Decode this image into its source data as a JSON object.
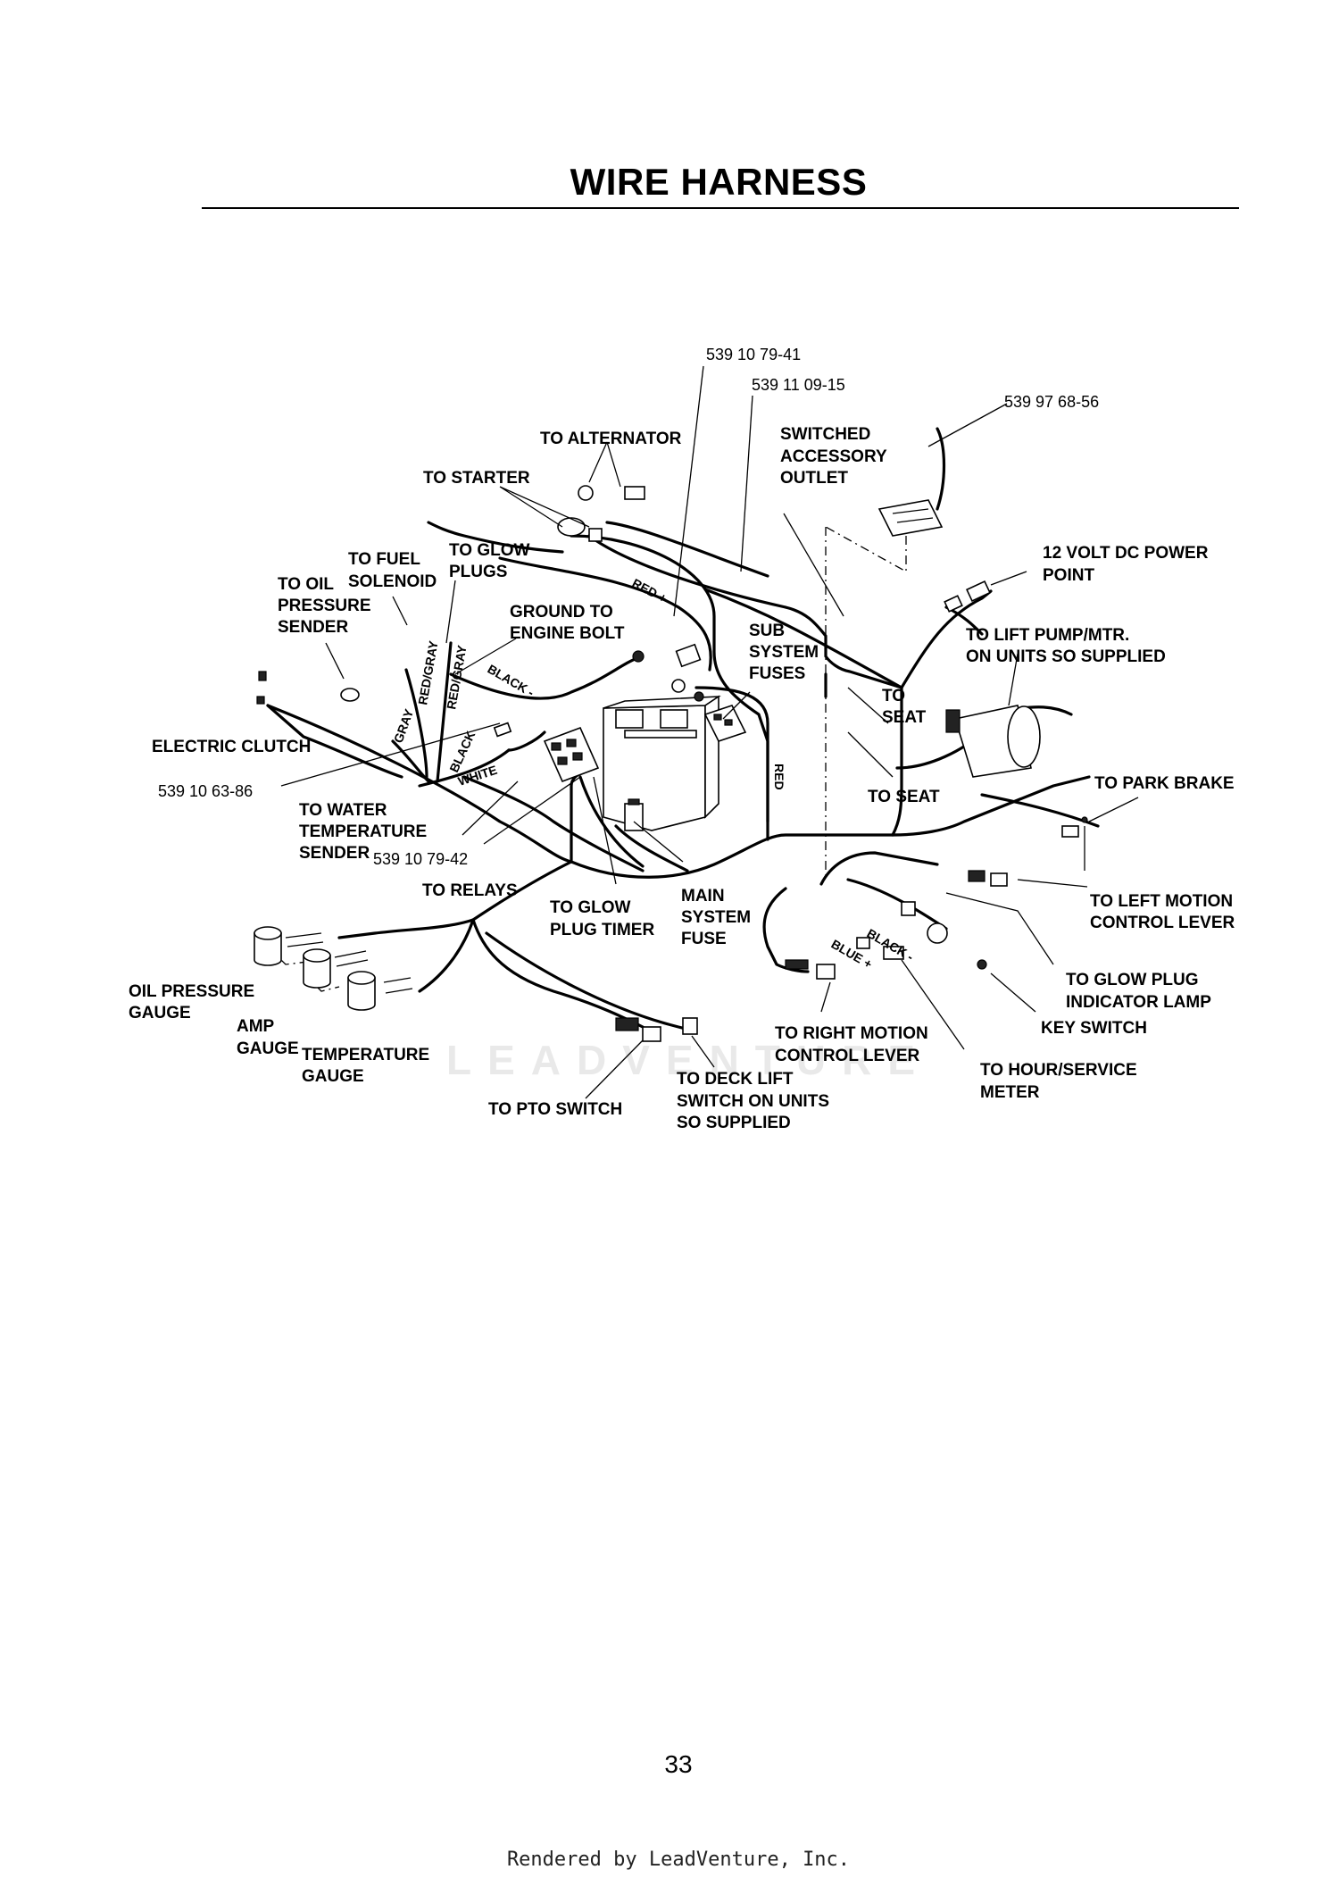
{
  "title": "WIRE HARNESS",
  "page_number": "33",
  "footer": "Rendered by LeadVenture, Inc.",
  "watermark": "LEADVENTURE",
  "part_numbers": {
    "main_harness": "539 10 79-41",
    "sub_harness": "539 11 09-15",
    "power_cord": "539 97 68-56",
    "clutch_harness": "539 10 63-86",
    "glow_harness": "539 10 79-42"
  },
  "callouts": {
    "alternator": "TO ALTERNATOR",
    "starter": "TO STARTER",
    "accessory": [
      "SWITCHED",
      "ACCESSORY",
      "OUTLET"
    ],
    "fuel": [
      "TO FUEL",
      "SOLENOID"
    ],
    "glow_plugs": [
      "TO GLOW",
      "PLUGS"
    ],
    "oil_sender": [
      "TO OIL",
      "PRESSURE",
      "SENDER"
    ],
    "ground": [
      "GROUND TO",
      "ENGINE BOLT"
    ],
    "sub_fuses": [
      "SUB",
      "SYSTEM",
      "FUSES"
    ],
    "power_point": [
      "12 VOLT DC POWER",
      "POINT"
    ],
    "lift_pump": [
      "TO LIFT PUMP/MTR.",
      "ON UNITS SO SUPPLIED"
    ],
    "seat_upper": [
      "TO",
      "SEAT"
    ],
    "electric_clutch": "ELECTRIC CLUTCH",
    "park_brake": "TO PARK BRAKE",
    "water_temp": [
      "TO WATER",
      "TEMPERATURE",
      "SENDER"
    ],
    "seat_lower": "TO SEAT",
    "relays": "TO RELAYS",
    "glow_timer": [
      "TO GLOW",
      "PLUG TIMER"
    ],
    "main_fuse": [
      "MAIN",
      "SYSTEM",
      "FUSE"
    ],
    "left_motion": [
      "TO LEFT MOTION",
      "CONTROL LEVER"
    ],
    "oil_gauge": [
      "OIL PRESSURE",
      "GAUGE"
    ],
    "amp_gauge": [
      "AMP",
      "GAUGE"
    ],
    "temp_gauge": [
      "TEMPERATURE",
      "GAUGE"
    ],
    "glow_lamp": [
      "TO GLOW PLUG",
      "INDICATOR LAMP"
    ],
    "key_switch": "KEY SWITCH",
    "right_motion": [
      "TO RIGHT MOTION",
      "CONTROL LEVER"
    ],
    "hour_meter": [
      "TO HOUR/SERVICE",
      "METER"
    ],
    "deck_lift": [
      "TO DECK LIFT",
      "SWITCH ON UNITS",
      "SO SUPPLIED"
    ],
    "pto": "TO PTO SWITCH"
  },
  "wire_labels": {
    "red_plus": "RED +",
    "black_minus": "BLACK -",
    "red_gray": "RED/GRAY",
    "gray": "GRAY",
    "black": "BLACK",
    "white": "WHITE",
    "red": "RED",
    "blue_plus": "BLUE +"
  }
}
